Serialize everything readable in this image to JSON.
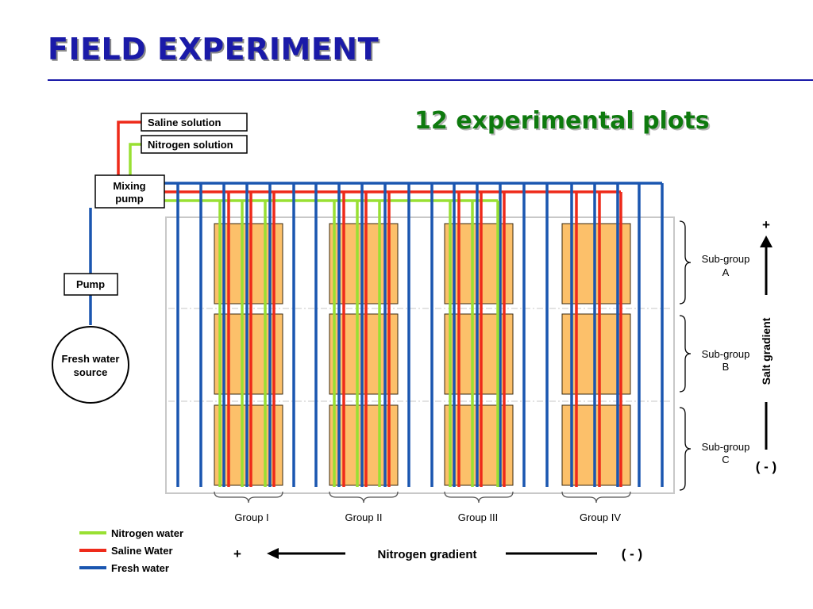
{
  "title": "FIELD EXPERIMENT",
  "subtitle": "12 experimental plots",
  "components": {
    "saline": "Saline solution",
    "nitrogen": "Nitrogen solution",
    "mixing_line1": "Mixing",
    "mixing_line2": "pump",
    "pump": "Pump",
    "source_line1": "Fresh water",
    "source_line2": "source"
  },
  "groups": [
    "Group I",
    "Group II",
    "Group III",
    "Group IV"
  ],
  "subgroups": [
    {
      "line1": "Sub-group",
      "line2": "A"
    },
    {
      "line1": "Sub-group",
      "line2": "B"
    },
    {
      "line1": "Sub-group",
      "line2": "C"
    }
  ],
  "salt_gradient": {
    "label": "Salt gradient",
    "high": "+",
    "low": "( - )"
  },
  "nitrogen_gradient": {
    "label": "Nitrogen gradient",
    "high": "+",
    "low": "( - )"
  },
  "legend": [
    {
      "label": "Nitrogen water",
      "color": "#99e033"
    },
    {
      "label": "Saline Water",
      "color": "#ee2a1a"
    },
    {
      "label": "Fresh water",
      "color": "#1a56b0"
    }
  ],
  "colors": {
    "plot_fill": "#fcc06a",
    "plot_stroke": "#3a2a10",
    "title": "#1a1aa8",
    "subtitle": "#0e7a0e"
  }
}
